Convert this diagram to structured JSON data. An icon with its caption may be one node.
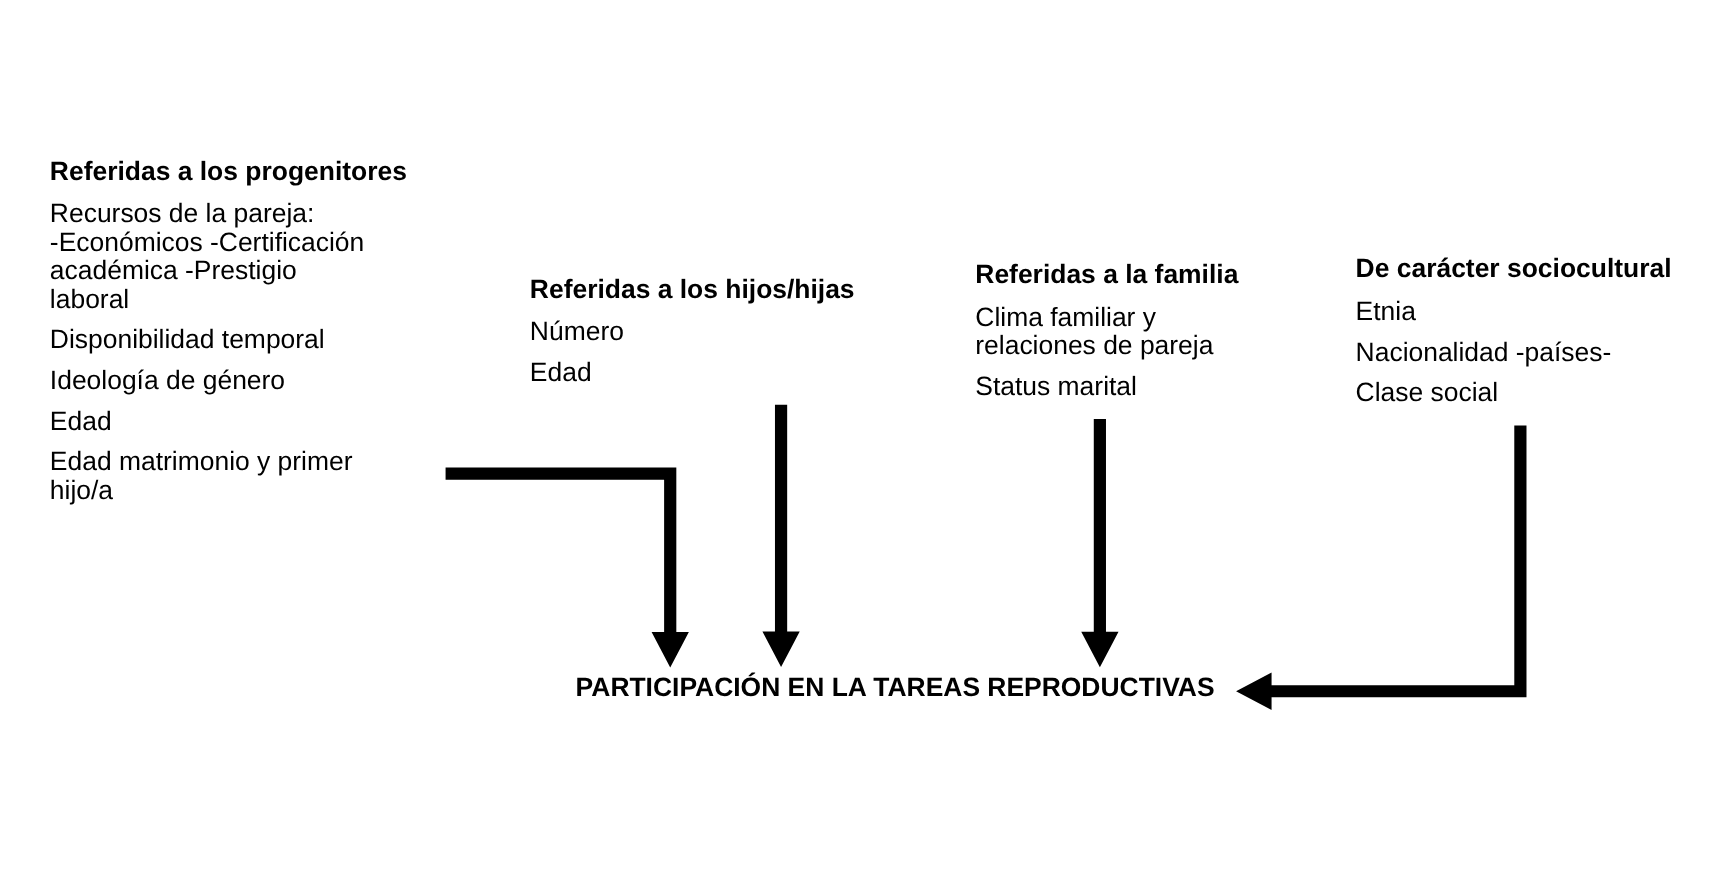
{
  "diagram": {
    "nodes": [
      {
        "text": [
          "Referidas a los progenitores",
          "Recursos de la pareja: -Económicos -Certificación académica -Prestigio laboral",
          "Disponibilidad temporal",
          "Ideología de género",
          "Edad",
          "Edad matrimonio y primer hijo/a"
        ]
      },
      {
        "text": [
          "Referidas a los hijos/hijas",
          "Número",
          "Edad"
        ]
      },
      {
        "text": [
          "Referidas a la familia",
          "Clima familiar y relaciones de pareja",
          "Status marital"
        ]
      },
      {
        "text": [
          "De carácter sociocultural",
          "Etnia",
          "Nacionalidad -países-",
          "Clase social"
        ]
      },
      {
        "text": [
          "PARTICIPACIÓN EN LA TAREAS REPRODUCTIVAS"
        ]
      }
    ],
    "edges": [
      {
        "from": 0,
        "to": 4,
        "arrow": "to"
      },
      {
        "from": 1,
        "to": 4,
        "arrow": "to"
      },
      {
        "from": 2,
        "to": 4,
        "arrow": "to"
      },
      {
        "from": 3,
        "to": 4,
        "arrow": "to"
      }
    ]
  }
}
